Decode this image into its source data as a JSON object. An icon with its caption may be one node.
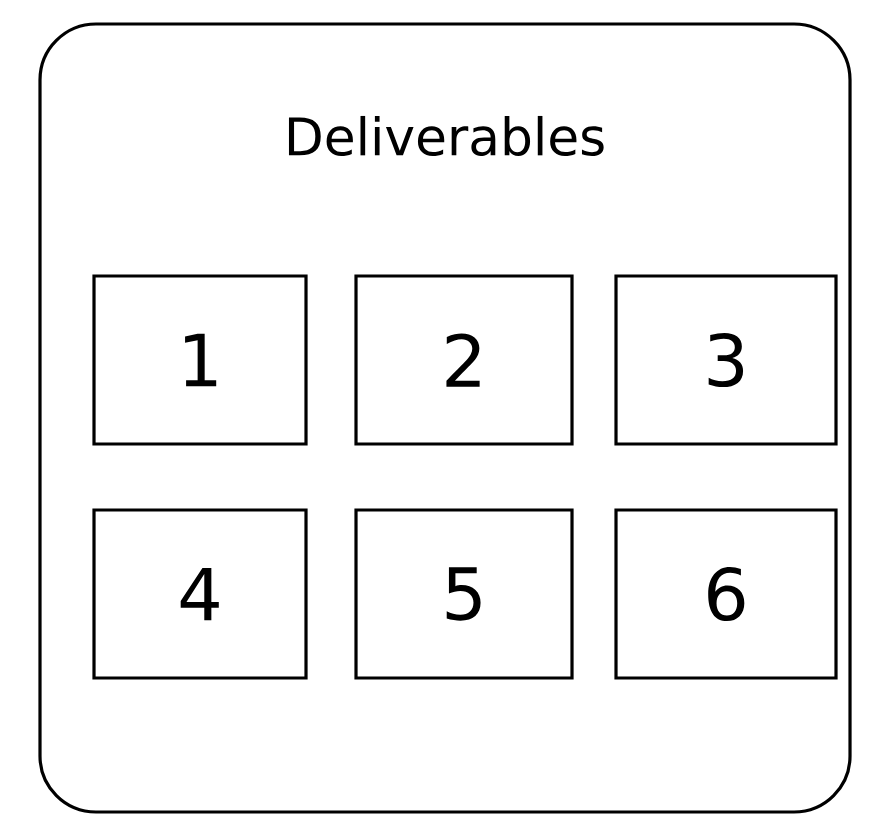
{
  "diagram": {
    "nodes": [
      {
        "text": [
          "Deliverables"
        ]
      },
      {
        "text": [
          "1"
        ],
        "in": 0
      },
      {
        "text": [
          "2"
        ],
        "in": 0
      },
      {
        "text": [
          "3"
        ],
        "in": 0
      },
      {
        "text": [
          "4"
        ],
        "in": 0
      },
      {
        "text": [
          "5"
        ],
        "in": 0
      },
      {
        "text": [
          "6"
        ],
        "in": 0
      }
    ]
  }
}
